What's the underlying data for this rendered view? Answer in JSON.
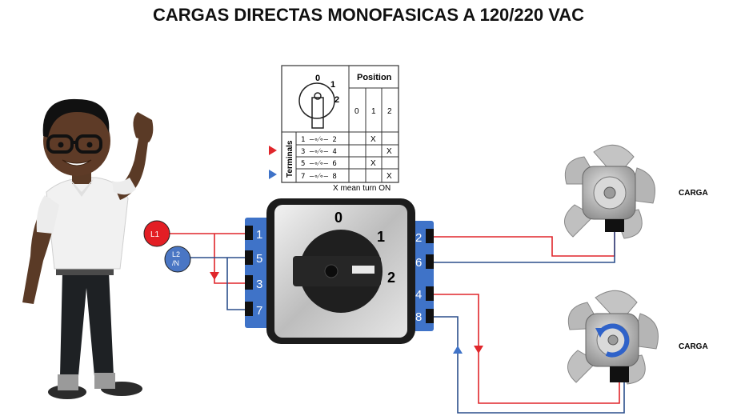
{
  "title": "CARGAS DIRECTAS MONOFASICAS A 120/220 VAC",
  "table": {
    "position_header": "Position",
    "columns": [
      "0",
      "1",
      "2"
    ],
    "terminals_label": "Terminals",
    "rows": [
      {
        "label": "1 —∘⁄∘— 2",
        "marks": [
          "",
          "X",
          ""
        ]
      },
      {
        "label": "3 —∘⁄∘— 4",
        "marks": [
          "",
          "",
          "X"
        ]
      },
      {
        "label": "5 —∘⁄∘— 6",
        "marks": [
          "",
          "X",
          ""
        ]
      },
      {
        "label": "7 —∘⁄∘— 8",
        "marks": [
          "",
          "",
          "X"
        ]
      }
    ],
    "footnote": "X mean turn ON",
    "dial_labels": [
      "0",
      "1",
      "2"
    ]
  },
  "switch": {
    "positions": [
      "0",
      "1",
      "2"
    ],
    "left_terminals": [
      "1",
      "5",
      "3",
      "7"
    ],
    "right_terminals": [
      "2",
      "6",
      "4",
      "8"
    ]
  },
  "sources": {
    "l1": "L1",
    "l2_line1": "L2",
    "l2_line2": "/N"
  },
  "loads": {
    "top": "CARGA",
    "bottom": "CARGA"
  },
  "colors": {
    "red_wire": "#e0262b",
    "blue_wire": "#2b4f8c",
    "terminal_blue": "#3f73c8",
    "l1_fill": "#e31e24",
    "l2_fill": "#4a76c4"
  }
}
